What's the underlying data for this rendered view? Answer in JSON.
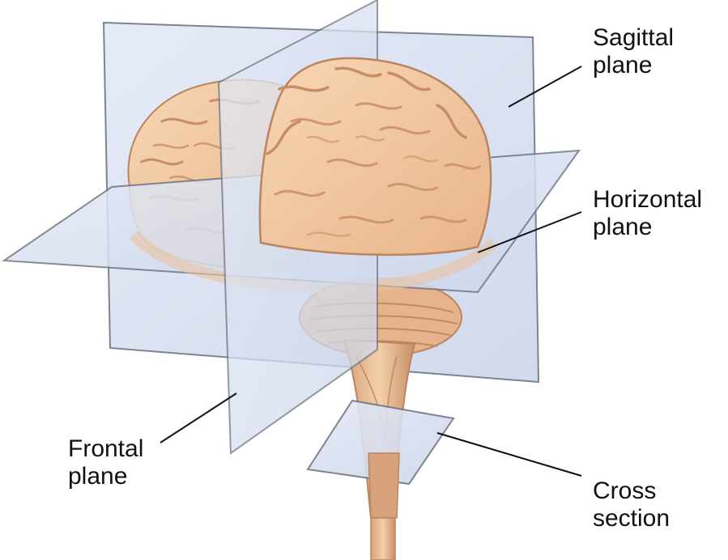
{
  "labels": {
    "sagittal": {
      "line1": "Sagittal",
      "line2": "plane"
    },
    "horizontal": {
      "line1": "Horizontal",
      "line2": "plane"
    },
    "frontal": {
      "line1": "Frontal",
      "line2": "plane"
    },
    "cross": {
      "line1": "Cross",
      "line2": "section"
    }
  },
  "colors": {
    "plane_fill": "#dbe3f2",
    "plane_edge": "#6f7785",
    "brain": "#f4c9a0",
    "brain_shadow": "#d9a47a",
    "brain_outline": "#b98460",
    "leader_line": "#111111"
  }
}
